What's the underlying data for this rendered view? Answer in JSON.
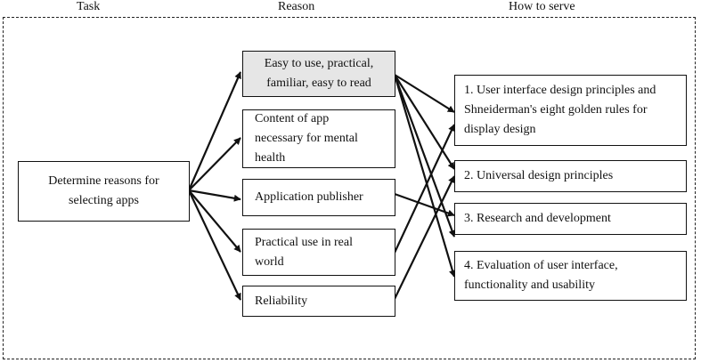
{
  "headers": {
    "task": "Task",
    "reason": "Reason",
    "serve": "How to serve"
  },
  "task": {
    "line1": "Determine reasons for",
    "line2": "selecting apps"
  },
  "reasons": [
    {
      "lines": [
        "Easy to use, practical,",
        "familiar, easy to read"
      ]
    },
    {
      "lines": [
        "Content of app",
        "necessary for mental",
        "health"
      ]
    },
    {
      "lines": [
        "Application publisher"
      ]
    },
    {
      "lines": [
        "Practical use in real",
        "world"
      ]
    },
    {
      "lines": [
        "Reliability"
      ]
    }
  ],
  "serve": [
    {
      "lines": [
        "1. User interface design principles and",
        "Shneiderman's eight golden rules for",
        "display design"
      ]
    },
    {
      "lines": [
        "2. Universal design principles"
      ]
    },
    {
      "lines": [
        "3. Research and development"
      ]
    },
    {
      "lines": [
        "4. Evaluation of user interface,",
        "functionality and usability"
      ]
    }
  ],
  "colors": {
    "line": "#111111",
    "highlight_fill": "#e6e6e6"
  }
}
